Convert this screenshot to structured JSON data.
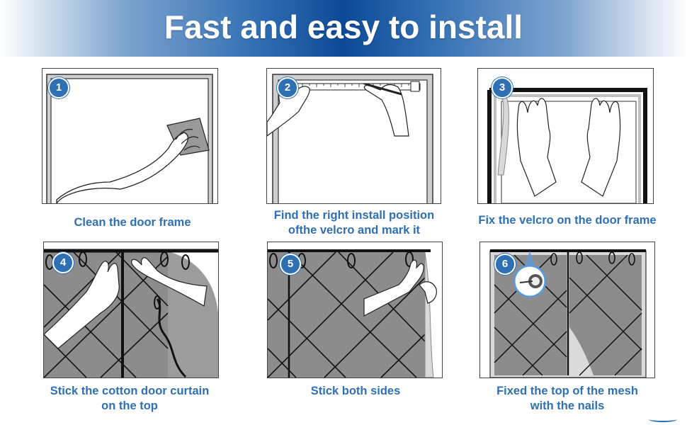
{
  "title": "Fast and easy to install",
  "colors": {
    "accent": "#2f6fb4",
    "banner_dark": "#0d4a96",
    "mesh_fill": "#8c8c8c"
  },
  "steps": [
    {
      "number": "1",
      "caption_lines": [
        "Clean the door frame"
      ]
    },
    {
      "number": "2",
      "caption_lines": [
        "Find the right install position",
        "ofthe velcro and mark it"
      ]
    },
    {
      "number": "3",
      "caption_lines": [
        "Fix the velcro on the door frame"
      ]
    },
    {
      "number": "4",
      "caption_lines": [
        "Stick the cotton door curtain",
        "on the top"
      ]
    },
    {
      "number": "5",
      "caption_lines": [
        "Stick both sides"
      ]
    },
    {
      "number": "6",
      "caption_lines": [
        "Fixed the top of the mesh",
        "with the nails"
      ]
    }
  ]
}
